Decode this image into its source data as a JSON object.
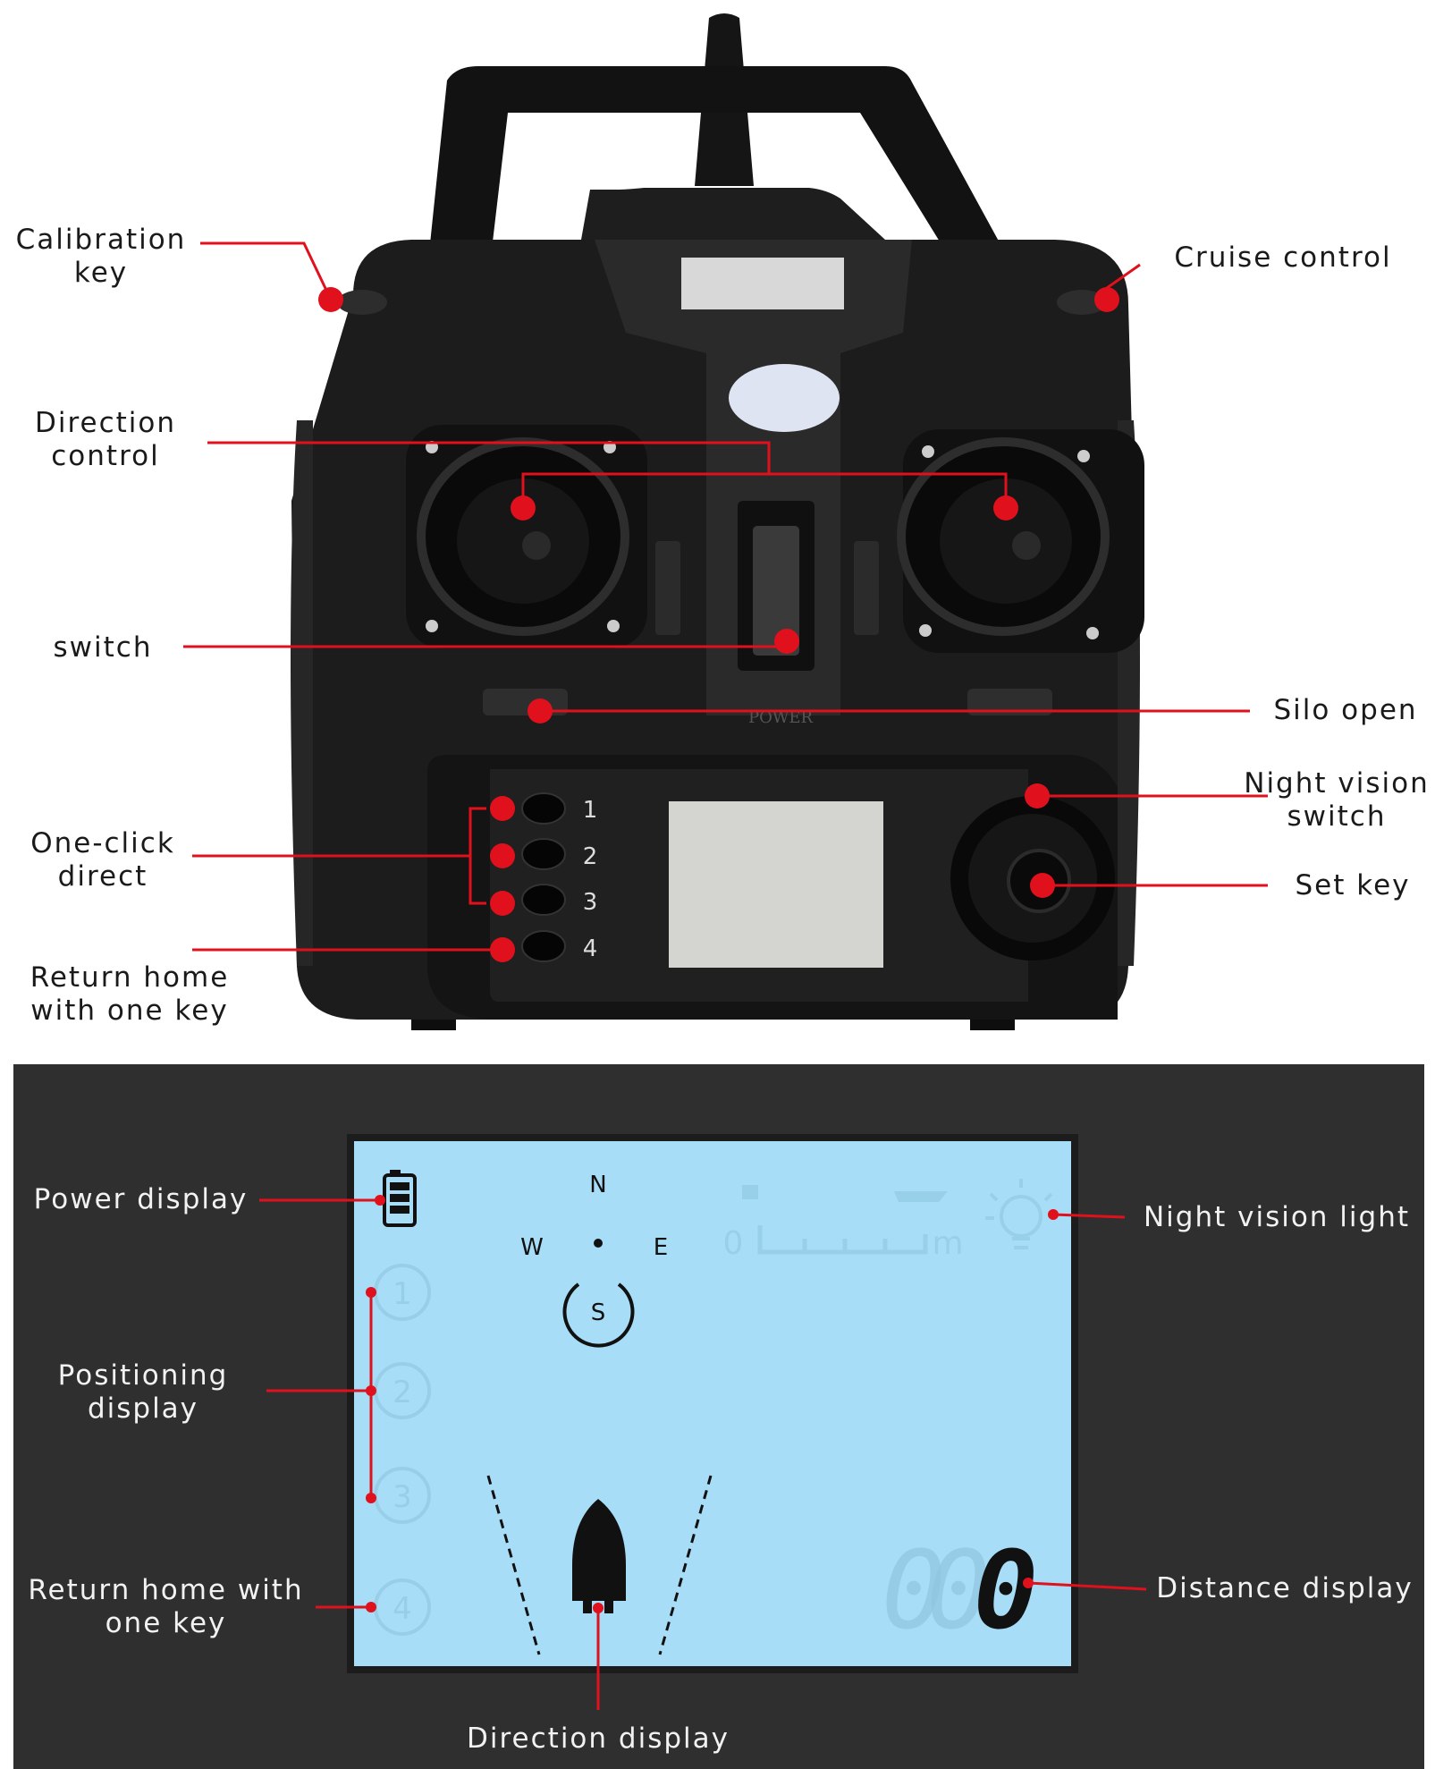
{
  "labels": {
    "calibration_key": "Calibration\nkey",
    "cruise_control": "Cruise control",
    "direction_control": "Direction\ncontrol",
    "switch": "switch",
    "silo_open": "Silo open",
    "night_vision_switch": "Night vision\nswitch",
    "one_click_direct": "One-click\ndirect",
    "set_key": "Set key",
    "return_home_top": "Return home\nwith one key",
    "power_display": "Power display",
    "night_vision_light": "Night vision light",
    "positioning_display": "Positioning\ndisplay",
    "return_home_bottom": "Return home with\none key",
    "distance_display": "Distance display",
    "direction_display": "Direction display"
  },
  "controller": {
    "power_text": "POWER",
    "buttons": [
      "1",
      "2",
      "3",
      "4"
    ]
  },
  "lcd": {
    "compass": {
      "n": "N",
      "e": "E",
      "s": "S",
      "w": "W"
    },
    "scale": {
      "start": "0",
      "unit": "m"
    },
    "positions": [
      "1",
      "2",
      "3",
      "4"
    ],
    "distance_digits": [
      "0",
      "0",
      "0"
    ]
  },
  "colors": {
    "callout": "#e0101c",
    "lcd_bg": "#a7ddf6",
    "panel_bg": "#2f2f2f",
    "body": "#1c1c1c"
  }
}
